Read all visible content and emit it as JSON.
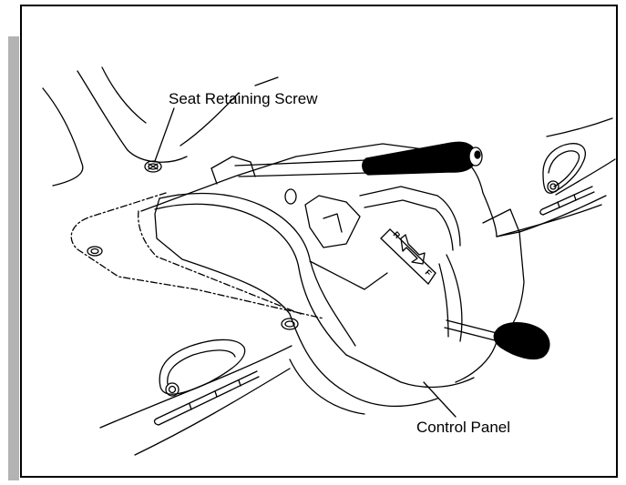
{
  "callouts": {
    "seat_retaining_screw": "Seat Retaining Screw",
    "control_panel": "Control Panel"
  },
  "panel_markings": {
    "reverse": "R",
    "forward": "F"
  },
  "colors": {
    "line": "#000000",
    "sidebar": "#b3b3b3",
    "background": "#ffffff"
  }
}
